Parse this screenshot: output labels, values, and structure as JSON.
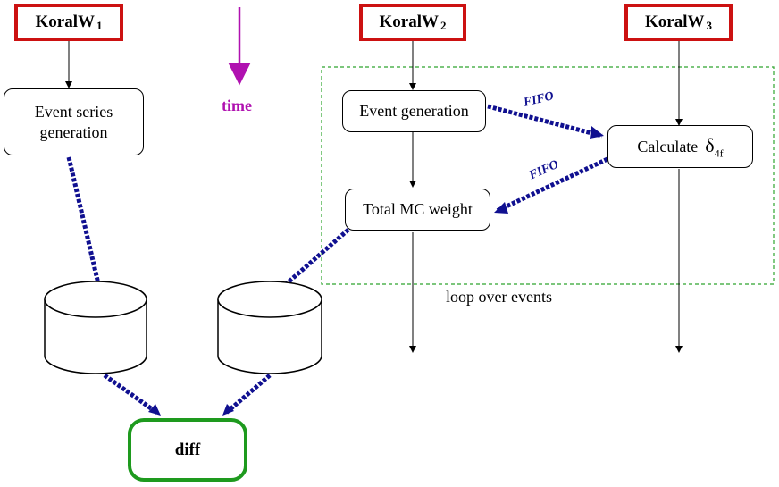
{
  "programs": {
    "k1": {
      "name": "KoralW",
      "sub": "1"
    },
    "k2": {
      "name": "KoralW",
      "sub": "2"
    },
    "k3": {
      "name": "KoralW",
      "sub": "3"
    }
  },
  "boxes": {
    "event_series": "Event series generation",
    "event_generation": "Event generation",
    "total_mc_weight": "Total MC weight",
    "calculate": "Calculate",
    "delta_symbol": "δ",
    "delta_sub": "4f"
  },
  "labels": {
    "time": "time",
    "fifo_top": "FIFO",
    "fifo_bottom": "FIFO",
    "loop": "loop over events",
    "diff": "diff"
  },
  "colors": {
    "program_border": "#cc1111",
    "dataflow": "#101090",
    "time_arrow": "#b011b0",
    "loop_border": "#2ea52e",
    "diff_border": "#1e9a1e"
  }
}
